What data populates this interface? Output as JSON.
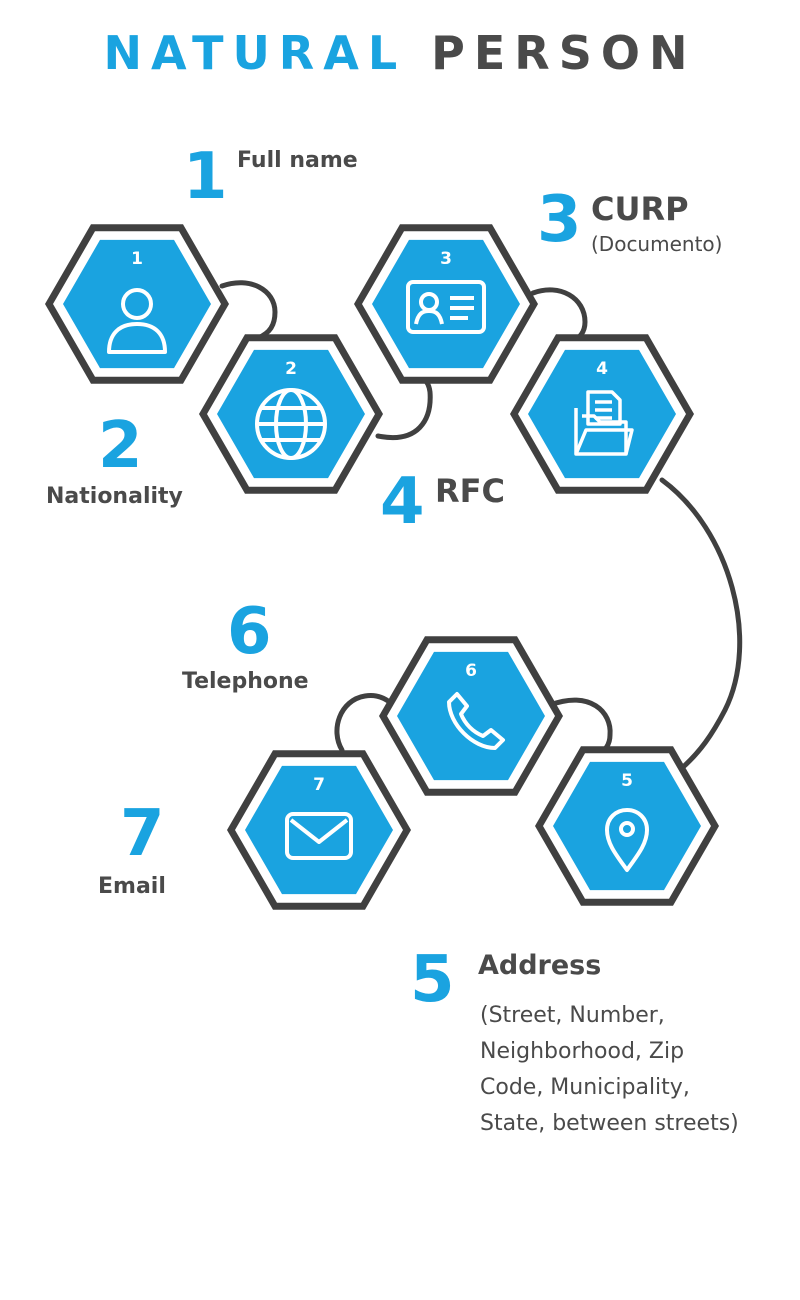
{
  "title": {
    "part1": "NATURAL",
    "part2": "PERSON"
  },
  "colors": {
    "accent": "#1aa3e0",
    "dark": "#4a4a4a",
    "outline": "#404040"
  },
  "hexagons": [
    {
      "number": "1",
      "icon": "user-icon"
    },
    {
      "number": "2",
      "icon": "globe-icon"
    },
    {
      "number": "3",
      "icon": "id-card-icon"
    },
    {
      "number": "4",
      "icon": "folder-document-icon"
    },
    {
      "number": "5",
      "icon": "location-pin-icon"
    },
    {
      "number": "6",
      "icon": "phone-icon"
    },
    {
      "number": "7",
      "icon": "envelope-icon"
    }
  ],
  "items": {
    "full_name": {
      "number": "1",
      "label": "Full name"
    },
    "nationality": {
      "number": "2",
      "label": "Nationality"
    },
    "curp": {
      "number": "3",
      "label": "CURP",
      "sub": "(Documento)"
    },
    "rfc": {
      "number": "4",
      "label": "RFC"
    },
    "address": {
      "number": "5",
      "label": "Address",
      "detail_lines": [
        "(Street, Number,",
        "Neighborhood, Zip",
        "Code, Municipality,",
        "State, between streets)"
      ]
    },
    "telephone": {
      "number": "6",
      "label": "Telephone"
    },
    "email": {
      "number": "7",
      "label": "Email"
    }
  }
}
